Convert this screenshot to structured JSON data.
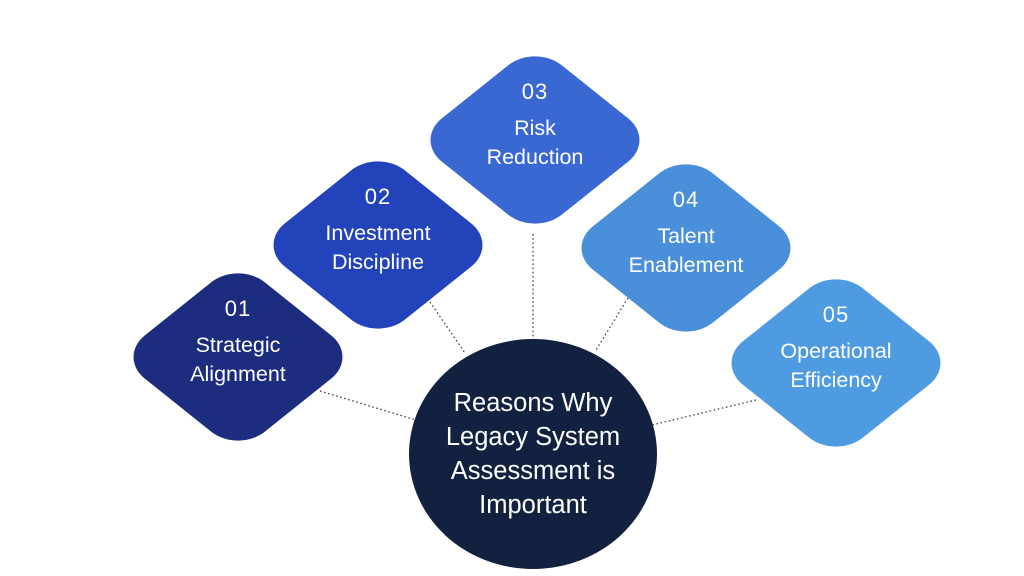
{
  "title": "Reasons Why Legacy System Assessment is Important",
  "colors": {
    "background": "#ffffff",
    "connector": "#3a3a3a",
    "hub_bg": "#11213f",
    "text": "#ffffff"
  },
  "hub": {
    "lines": [
      "Reasons Why",
      "Legacy System",
      "Assessment is",
      "Important"
    ],
    "bg": "#11213f"
  },
  "items": [
    {
      "number": "01",
      "lines": [
        "Strategic",
        "Alignment"
      ],
      "color": "#1c2d7f"
    },
    {
      "number": "02",
      "lines": [
        "Investment",
        "Discipline"
      ],
      "color": "#2343bb"
    },
    {
      "number": "03",
      "lines": [
        "Risk",
        "Reduction"
      ],
      "color": "#3a68d2"
    },
    {
      "number": "04",
      "lines": [
        "Talent",
        "Enablement"
      ],
      "color": "#4a8fd9"
    },
    {
      "number": "05",
      "lines": [
        "Operational",
        "Efficiency"
      ],
      "color": "#4f9be2"
    }
  ]
}
